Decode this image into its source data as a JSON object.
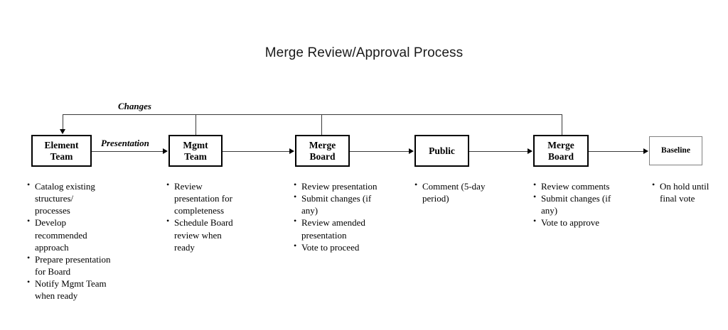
{
  "title": "Merge Review/Approval Process",
  "nodes": [
    {
      "id": "element-team",
      "label": "Element\nTeam"
    },
    {
      "id": "mgmt-team",
      "label": "Mgmt\nTeam"
    },
    {
      "id": "merge-board-1",
      "label": "Merge\nBoard"
    },
    {
      "id": "public",
      "label": "Public"
    },
    {
      "id": "merge-board-2",
      "label": "Merge\nBoard"
    },
    {
      "id": "baseline",
      "label": "Baseline"
    }
  ],
  "edge_labels": {
    "changes": "Changes",
    "presentation": "Presentation"
  },
  "notes": {
    "element_team": [
      "Catalog existing structures/ processes",
      "Develop recommended approach",
      "Prepare presentation for Board",
      "Notify Mgmt Team when ready"
    ],
    "mgmt_team": [
      "Review presentation for completeness",
      "Schedule Board review when ready"
    ],
    "merge_board_1": [
      "Review presentation",
      "Submit changes (if any)",
      "Review amended presentation",
      "Vote to proceed"
    ],
    "public": [
      "Comment (5-day period)"
    ],
    "merge_board_2": [
      "Review comments",
      "Submit changes (if any)",
      "Vote to approve"
    ],
    "baseline": [
      "On hold until final vote"
    ]
  },
  "colors": {
    "line": "#3a3a3a",
    "box_border": "#000000",
    "thin_box_border": "#808080",
    "text": "#000000",
    "background": "#ffffff"
  }
}
